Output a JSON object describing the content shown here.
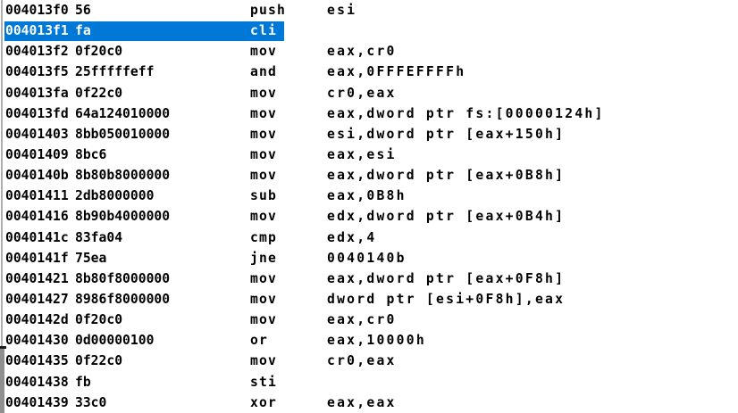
{
  "colors": {
    "selection_background": "#0078d7",
    "selection_text": "#ffffff",
    "text": "#000000",
    "background": "#ffffff",
    "edge_line": "#aeaeae",
    "edge_bar": "#8f8f8f",
    "edge_tick": "#1a1a1a"
  },
  "disassembly": {
    "selected_index": 1,
    "rows": [
      {
        "address": "004013f0",
        "bytes": "56",
        "mnemonic": "push",
        "operands": "esi"
      },
      {
        "address": "004013f1",
        "bytes": "fa",
        "mnemonic": "cli",
        "operands": ""
      },
      {
        "address": "004013f2",
        "bytes": "0f20c0",
        "mnemonic": "mov",
        "operands": "eax,cr0"
      },
      {
        "address": "004013f5",
        "bytes": "25fffffeff",
        "mnemonic": "and",
        "operands": "eax,0FFFEFFFFh"
      },
      {
        "address": "004013fa",
        "bytes": "0f22c0",
        "mnemonic": "mov",
        "operands": "cr0,eax"
      },
      {
        "address": "004013fd",
        "bytes": "64a124010000",
        "mnemonic": "mov",
        "operands": "eax,dword ptr fs:[00000124h]"
      },
      {
        "address": "00401403",
        "bytes": "8bb050010000",
        "mnemonic": "mov",
        "operands": "esi,dword ptr [eax+150h]"
      },
      {
        "address": "00401409",
        "bytes": "8bc6",
        "mnemonic": "mov",
        "operands": "eax,esi"
      },
      {
        "address": "0040140b",
        "bytes": "8b80b8000000",
        "mnemonic": "mov",
        "operands": "eax,dword ptr [eax+0B8h]"
      },
      {
        "address": "00401411",
        "bytes": "2db8000000",
        "mnemonic": "sub",
        "operands": "eax,0B8h"
      },
      {
        "address": "00401416",
        "bytes": "8b90b4000000",
        "mnemonic": "mov",
        "operands": "edx,dword ptr [eax+0B4h]"
      },
      {
        "address": "0040141c",
        "bytes": "83fa04",
        "mnemonic": "cmp",
        "operands": "edx,4"
      },
      {
        "address": "0040141f",
        "bytes": "75ea",
        "mnemonic": "jne",
        "operands": "0040140b"
      },
      {
        "address": "00401421",
        "bytes": "8b80f8000000",
        "mnemonic": "mov",
        "operands": "eax,dword ptr [eax+0F8h]"
      },
      {
        "address": "00401427",
        "bytes": "8986f8000000",
        "mnemonic": "mov",
        "operands": "dword ptr [esi+0F8h],eax"
      },
      {
        "address": "0040142d",
        "bytes": "0f20c0",
        "mnemonic": "mov",
        "operands": "eax,cr0"
      },
      {
        "address": "00401430",
        "bytes": "0d00000100",
        "mnemonic": "or",
        "operands": "eax,10000h"
      },
      {
        "address": "00401435",
        "bytes": "0f22c0",
        "mnemonic": "mov",
        "operands": "cr0,eax"
      },
      {
        "address": "00401438",
        "bytes": "fb",
        "mnemonic": "sti",
        "operands": ""
      },
      {
        "address": "00401439",
        "bytes": "33c0",
        "mnemonic": "xor",
        "operands": "eax,eax"
      }
    ]
  }
}
